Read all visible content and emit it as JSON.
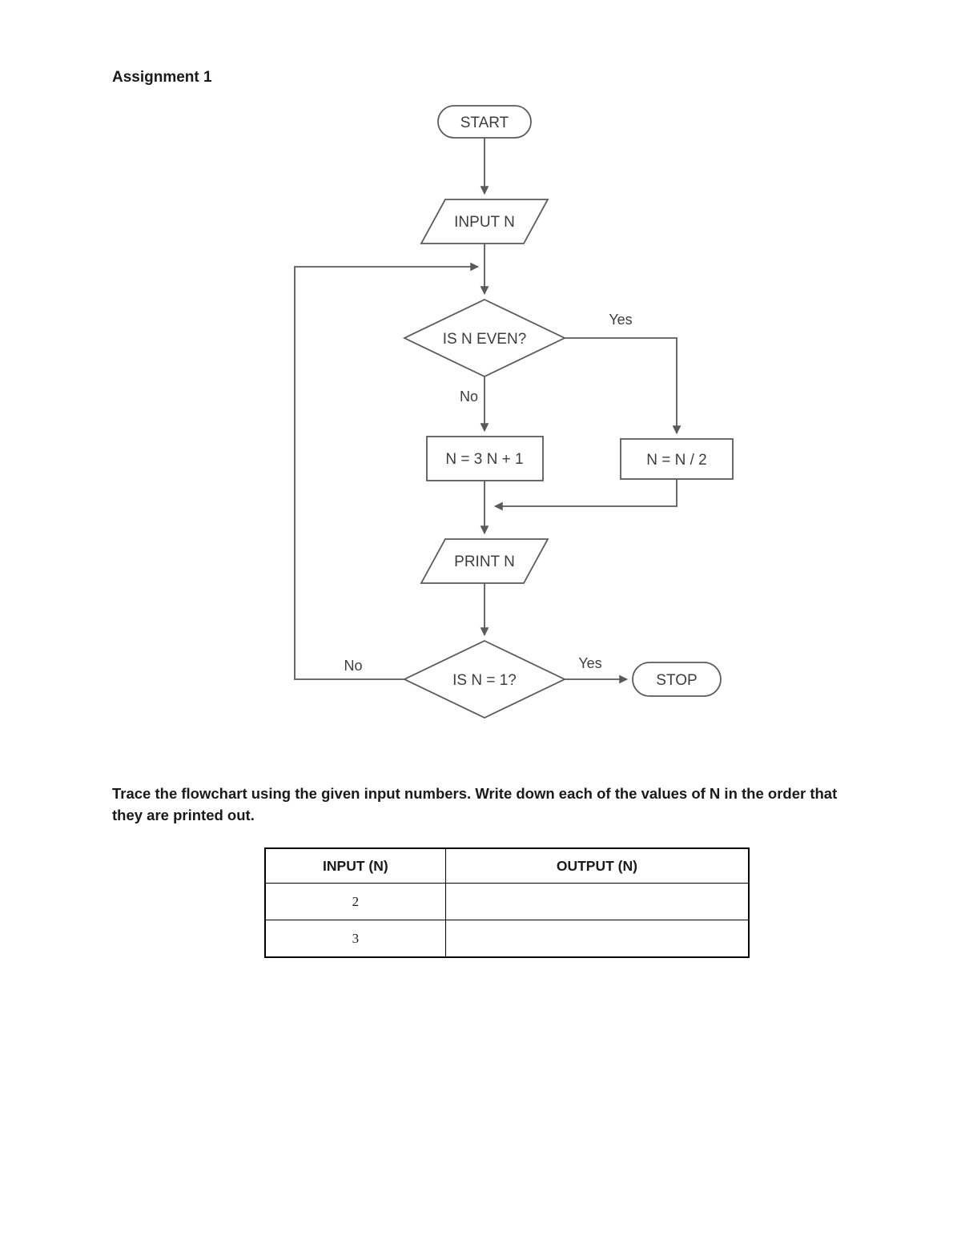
{
  "page": {
    "title": "Assignment 1"
  },
  "theme": {
    "line-color": "#5a5a5a",
    "flow-text-color": "#3d3d3d",
    "text-color": "#1a1a1a",
    "border-color": "#000000",
    "bg-color": "#ffffff"
  },
  "flowchart": {
    "nodes": {
      "start": "START",
      "input": "INPUT N",
      "decision_even": "IS N EVEN?",
      "odd_op": "N = 3 N + 1",
      "even_op": "N = N / 2",
      "print": "PRINT N",
      "decision_one": "IS N = 1?",
      "stop": "STOP"
    },
    "edge_labels": {
      "even_yes": "Yes",
      "even_no": "No",
      "one_yes": "Yes",
      "one_no": "No"
    }
  },
  "instructions": "Trace the flowchart using the given input numbers. Write down each of the values of N in the order that they are printed out.",
  "table": {
    "headers": [
      "INPUT (N)",
      "OUTPUT (N)"
    ],
    "rows": [
      {
        "input": "2",
        "output": ""
      },
      {
        "input": "3",
        "output": ""
      }
    ]
  }
}
